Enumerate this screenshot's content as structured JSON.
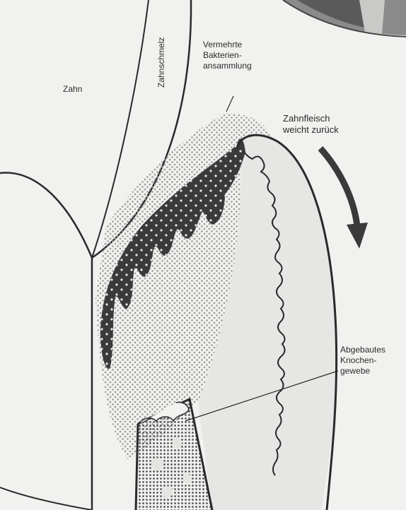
{
  "labels": {
    "tooth": "Zahn",
    "enamel": "Zahnschmelz",
    "bacteria": [
      "Vermehrte",
      "Bakterien-",
      "ansammlung"
    ],
    "gum": [
      "Zahnfleisch",
      "weicht zurück"
    ],
    "bone": [
      "Abgebautes",
      "Knochen-",
      "gewebe"
    ]
  },
  "colors": {
    "background": "#f1f1ef",
    "outline": "#2a2a2a",
    "plaque": "#3a3a3a",
    "gum_fill": "#e6e6e4",
    "dots": "#9a9a98"
  }
}
